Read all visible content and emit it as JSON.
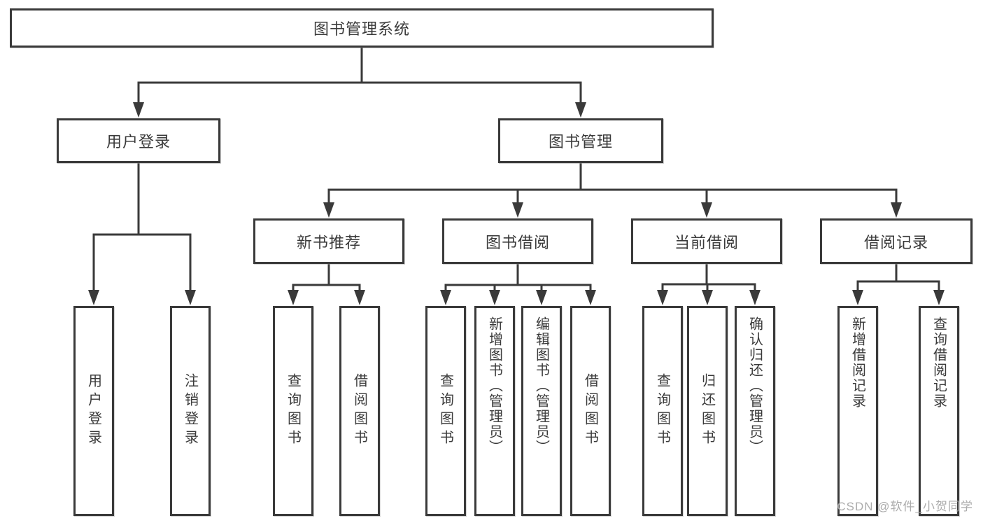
{
  "title": "图书管理系统",
  "watermark": "CSDN @软件_小贺同学",
  "colors": {
    "line": "#3a3a3a",
    "box_border": "#3a3a3a",
    "box_fill": "#ffffff",
    "text": "#3a3a3a",
    "watermark": "#a8a8a8",
    "background": "#ffffff"
  },
  "tree": {
    "root": {
      "label": "图书管理系统"
    },
    "branches": [
      {
        "label": "用户登录",
        "children": [
          {
            "label": "用户登录"
          },
          {
            "label": "注销登录"
          }
        ]
      },
      {
        "label": "图书管理",
        "children": [
          {
            "label": "新书推荐",
            "children": [
              {
                "label": "查询图书"
              },
              {
                "label": "借阅图书"
              }
            ]
          },
          {
            "label": "图书借阅",
            "children": [
              {
                "label": "查询图书"
              },
              {
                "label": "新增图书（管理员）"
              },
              {
                "label": "编辑图书（管理员）"
              },
              {
                "label": "借阅图书"
              }
            ]
          },
          {
            "label": "当前借阅",
            "children": [
              {
                "label": "查询图书"
              },
              {
                "label": "归还图书"
              },
              {
                "label": "确认归还（管理员）"
              }
            ]
          },
          {
            "label": "借阅记录",
            "children": [
              {
                "label": "新增借阅记录"
              },
              {
                "label": "查询借阅记录"
              }
            ]
          }
        ]
      }
    ]
  }
}
